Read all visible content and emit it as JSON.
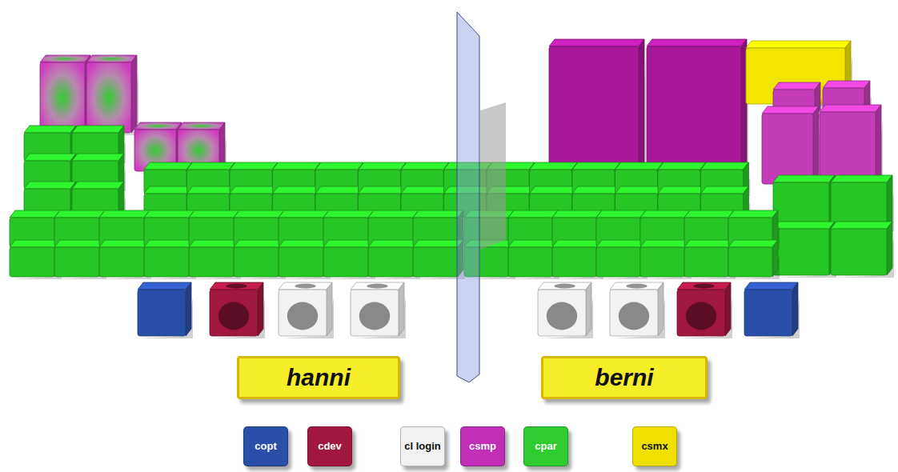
{
  "diagram": {
    "nodes": [
      {
        "text": [
          "hanni"
        ]
      },
      {
        "text": [
          "berni"
        ]
      }
    ],
    "legend": [
      {
        "text": "copt",
        "color": "#2a4fa8"
      },
      {
        "text": "cdev",
        "color": "#a0173f"
      },
      {
        "text": "cl login",
        "color": "#f2f2f2"
      },
      {
        "text": "csmp",
        "color": "#c02fb5"
      },
      {
        "text": "cpar",
        "color": "#2ecc2e"
      },
      {
        "text": "csmx",
        "color": "#f0e000"
      }
    ]
  }
}
